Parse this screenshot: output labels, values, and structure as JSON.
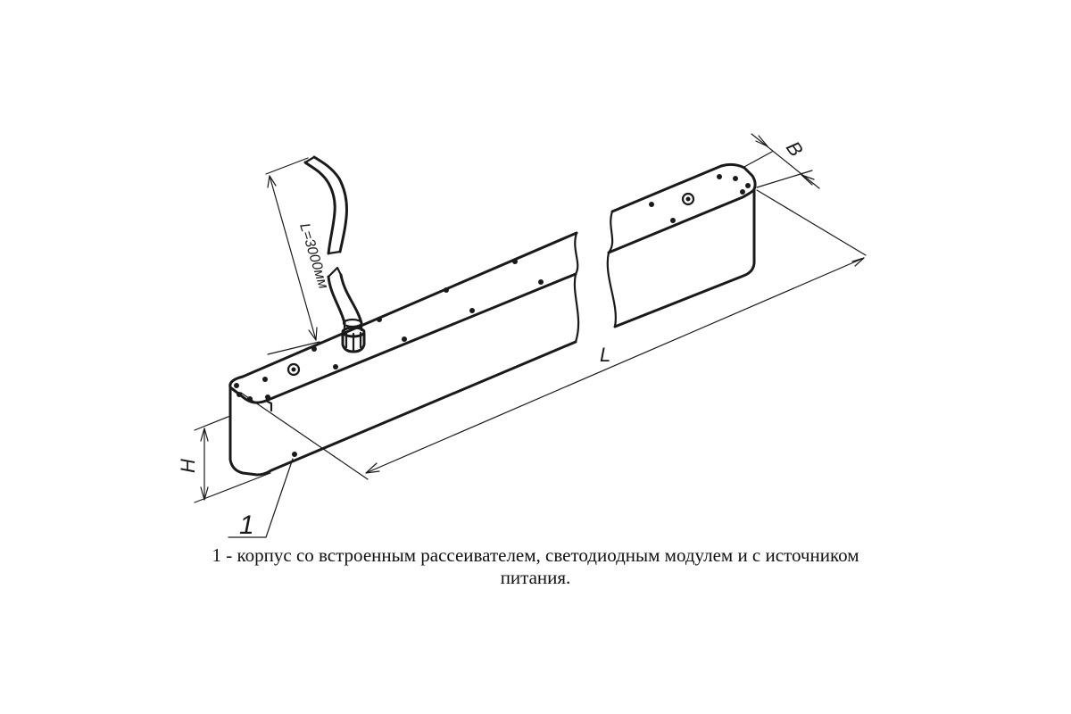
{
  "labels": {
    "cable_length": "L=3000мм",
    "length": "L",
    "width": "B",
    "height": "H",
    "callout": "1"
  },
  "caption": {
    "line1": "1 - корпус со встроенным рассеивателем, светодиодным модулем и с источником",
    "line2": "питания."
  }
}
